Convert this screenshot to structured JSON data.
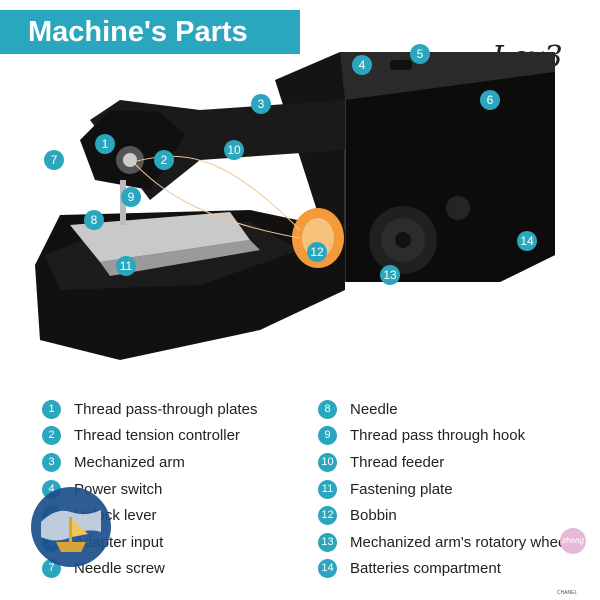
{
  "title": "Machine's Parts",
  "brand": "Lex3",
  "legend": [
    {
      "num": "1",
      "label": "Thread pass-through plates"
    },
    {
      "num": "2",
      "label": "Thread tension controller"
    },
    {
      "num": "3",
      "label": "Mechanized arm"
    },
    {
      "num": "4",
      "label": "Power switch"
    },
    {
      "num": "5",
      "label": "Unlock lever"
    },
    {
      "num": "6",
      "label": "Adapter input"
    },
    {
      "num": "7",
      "label": "Needle screw"
    },
    {
      "num": "8",
      "label": "Needle"
    },
    {
      "num": "9",
      "label": "Thread pass through hook"
    },
    {
      "num": "10",
      "label": "Thread feeder"
    },
    {
      "num": "11",
      "label": "Fastening plate"
    },
    {
      "num": "12",
      "label": "Bobbin"
    },
    {
      "num": "13",
      "label": "Mechanized arm's rotatory wheel"
    },
    {
      "num": "14",
      "label": "Batteries compartment"
    }
  ],
  "markers": [
    "1",
    "2",
    "3",
    "4",
    "5",
    "6",
    "7",
    "8",
    "9",
    "10",
    "11",
    "12",
    "13",
    "14"
  ],
  "corner_logo_text": "zheng",
  "corner_small_text": "CHANEL",
  "colors": {
    "accent": "#2aa6bf",
    "machine": "#151515",
    "spool": "#f39a3a"
  }
}
